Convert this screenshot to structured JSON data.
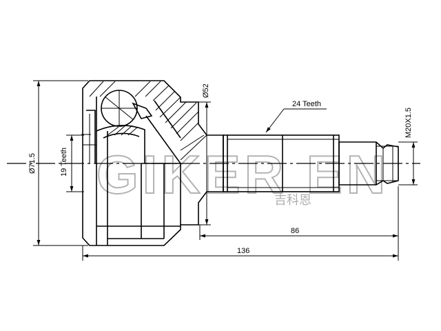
{
  "dimensions": {
    "outer_diameter": "Ø71.5",
    "bell_diameter": "Ø52",
    "inner_teeth": "19 Teeth",
    "outer_teeth": "24 Teeth",
    "thread": "M20X1.5",
    "shaft_length": "86",
    "total_length": "136"
  },
  "watermark": {
    "brand": "GIKER EN",
    "chinese": "吉科恩"
  },
  "colors": {
    "line": "#000000",
    "watermark": "#9a9a9a"
  }
}
